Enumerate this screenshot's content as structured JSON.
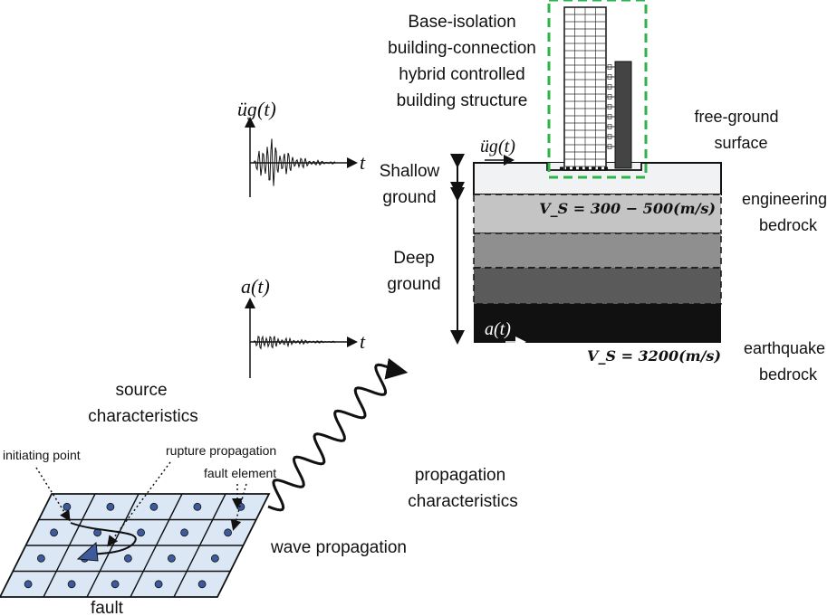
{
  "title": {
    "line1": "Base-isolation",
    "line2": "building-connection",
    "line3": "hybrid controlled",
    "line4": "building structure"
  },
  "labels": {
    "free_ground_1": "free-ground",
    "free_ground_2": "surface",
    "shallow_1": "Shallow",
    "shallow_2": "ground",
    "deep_1": "Deep",
    "deep_2": "ground",
    "eng_1": "engineering",
    "eng_2": "bedrock",
    "eq_1": "earthquake",
    "eq_2": "bedrock",
    "vs_top": "V_S = 300 − 500(m/s)",
    "vs_bottom": "V_S = 3200(m/s)",
    "source_1": "source",
    "source_2": "characteristics",
    "initiating_point": "initiating point",
    "rupture_propagation": "rupture propagation",
    "fault_element": "fault element",
    "propagation_1": "propagation",
    "propagation_2": "characteristics",
    "wave_propagation": "wave propagation",
    "fault": "fault",
    "ug_top": "üɡ(t)",
    "ug_ground": "üɡ(t)",
    "a_top": "a(t)",
    "a_ground": "a(t)",
    "t1": "t",
    "t2": "t"
  },
  "colors": {
    "shallow_layer": "#f1f2f4",
    "layer1": "#c4c4c4",
    "layer2": "#8f8f8f",
    "layer3": "#5a5a5a",
    "bedrock": "#111111",
    "fault_fill": "#dbe7f5",
    "fault_dot": "#3d5a9c",
    "highlight_box": "#2db34a"
  }
}
